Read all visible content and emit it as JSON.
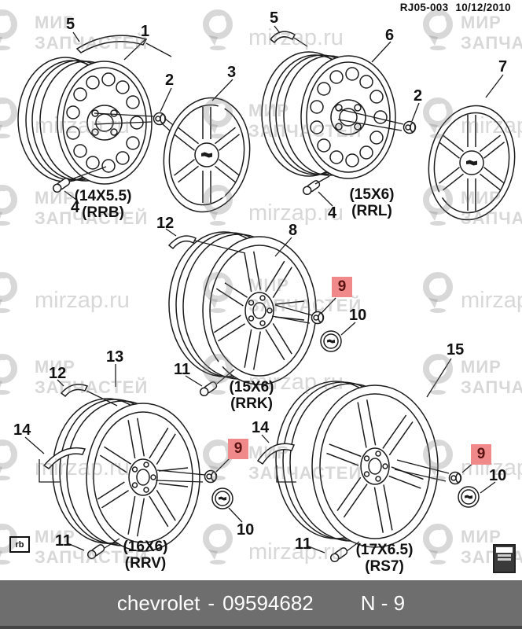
{
  "header": {
    "doc_code": "RJ05-003",
    "doc_date": "10/12/2010"
  },
  "watermark": {
    "brand_line1": "МИР",
    "brand_line2": "ЗАПЧАСТЕЙ",
    "url": "mirzap.ru"
  },
  "wheels": [
    {
      "size": "(14X5.5)",
      "code": "(RRB)"
    },
    {
      "size": "(15X6)",
      "code": "(RRL)"
    },
    {
      "size": "(15X6)",
      "code": "(RRK)"
    },
    {
      "size": "(16X6)",
      "code": "(RRV)"
    },
    {
      "size": "(17X6.5)",
      "code": "(RS7)"
    }
  ],
  "callouts": [
    {
      "label": "5"
    },
    {
      "label": "1"
    },
    {
      "label": "2"
    },
    {
      "label": "3"
    },
    {
      "label": "4"
    },
    {
      "label": "5"
    },
    {
      "label": "6"
    },
    {
      "label": "2"
    },
    {
      "label": "7"
    },
    {
      "label": "4"
    },
    {
      "label": "12"
    },
    {
      "label": "8"
    },
    {
      "label": "9",
      "highlight": true
    },
    {
      "label": "10"
    },
    {
      "label": "11"
    },
    {
      "label": "13"
    },
    {
      "label": "12"
    },
    {
      "label": "14"
    },
    {
      "label": "9",
      "highlight": true
    },
    {
      "label": "10"
    },
    {
      "label": "11"
    },
    {
      "label": "15"
    },
    {
      "label": "14"
    },
    {
      "label": "9",
      "highlight": true
    },
    {
      "label": "10"
    },
    {
      "label": "11"
    }
  ],
  "corner_tags": {
    "left": "rb"
  },
  "footer": {
    "brand": "chevrolet",
    "separator": "-",
    "part_number": "09594682",
    "page_ref": "N - 9"
  },
  "colors": {
    "highlight_bg": "#f08a8a",
    "highlight_text": "#5a1212",
    "footer_bg": "#6e6e6e",
    "footer_text": "#ffffff",
    "line": "#1c1c1c",
    "watermark": "#7d7d7d"
  }
}
